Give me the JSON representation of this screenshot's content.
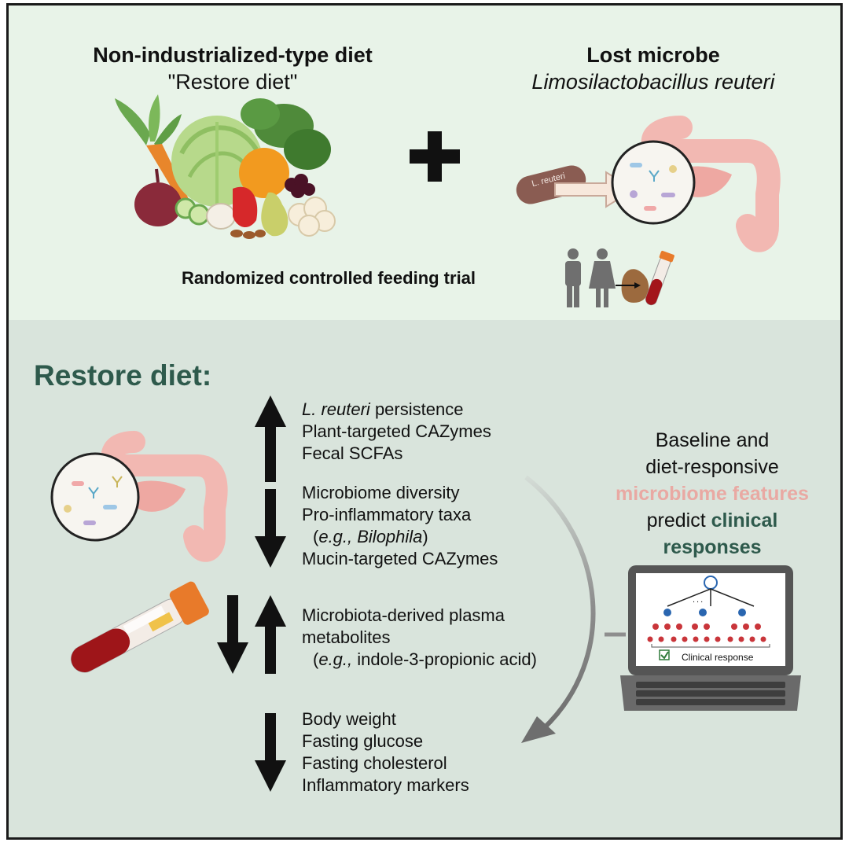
{
  "top": {
    "diet_title": "Non-industrialized-type diet",
    "diet_subtitle": "\"Restore diet\"",
    "microbe_title": "Lost microbe",
    "microbe_name": "Limosilactobacillus reuteri",
    "capsule_label": "L. reuteri",
    "trial_label": "Randomized controlled feeding trial"
  },
  "bottom": {
    "heading": "Restore diet:",
    "up_group": {
      "line1_italic": "L. reuteri",
      "line1_rest": " persistence",
      "line2": "Plant-targeted CAZymes",
      "line3": "Fecal SCFAs"
    },
    "down_group": {
      "line1": "Microbiome diversity",
      "line2": "Pro-inflammatory taxa",
      "line3_prefix": "(",
      "line3_italic": "e.g., Bilophila",
      "line3_suffix": ")",
      "line4": "Mucin-targeted CAZymes"
    },
    "mixed_group": {
      "line1": "Microbiota-derived plasma",
      "line2": "metabolites",
      "line3_prefix": "(",
      "line3_italic": "e.g.,",
      "line3_rest": " indole-3-propionic acid)"
    },
    "clinical_group": {
      "line1": "Body weight",
      "line2": "Fasting glucose",
      "line3": "Fasting cholesterol",
      "line4": "Inflammatory markers"
    },
    "prediction": {
      "line1": "Baseline and",
      "line2": "diet-responsive",
      "line3": "microbiome features",
      "line4a": "predict ",
      "line4b": "clinical",
      "line5": "responses"
    },
    "laptop_label": "Clinical response",
    "tree_dots": "..."
  },
  "colors": {
    "top_bg": "#e8f3e8",
    "bottom_bg": "#d9e4dc",
    "heading_green": "#2e5a4c",
    "feature_pink": "#e9a9a3",
    "arrow_black": "#111111"
  },
  "icons": [
    "vegetables-illustration",
    "plus-icon",
    "capsule-icon",
    "intestine-illustration",
    "microbe-magnifier-icon",
    "people-icon",
    "stool-sample-icon",
    "blood-tube-icon",
    "laptop-icon",
    "decision-tree-icon",
    "checkbox-icon",
    "up-arrow-icon",
    "down-arrow-icon",
    "curved-arrow-icon"
  ]
}
